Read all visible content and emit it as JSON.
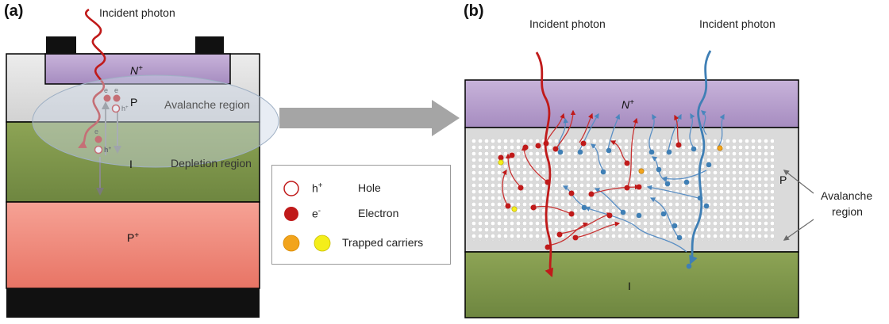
{
  "panel_a": {
    "letter": "(a)",
    "incident_label": "Incident photon",
    "n_layer": "N+",
    "p_label": "P",
    "i_label": "I",
    "p_plus_label": "P+",
    "avalanche_label": "Avalanche region",
    "depletion_label": "Depletion region",
    "carrier_e": "e",
    "carrier_h": "h+"
  },
  "panel_b": {
    "letter": "(b)",
    "incident_label_left": "Incident photon",
    "incident_label_right": "Incident photon",
    "n_layer": "N+",
    "p_label": "P",
    "i_label": "I",
    "avalanche_label_line1": "Avalanche",
    "avalanche_label_line2": "region"
  },
  "legend": {
    "hole": {
      "symbol": "h+",
      "text": "Hole"
    },
    "electron": {
      "symbol": "e-",
      "text": "Electron"
    },
    "trapped": {
      "text": "Trapped carriers"
    }
  },
  "colors": {
    "n_layer": "#b49cc9",
    "p_layer": "#dedede",
    "i_layer": "#7d9448",
    "p_plus_layer": "#ef877b",
    "electron": "#c01a1a",
    "hole_blue": "#3f7fb5",
    "trapped_orange": "#f2a41c",
    "trapped_yellow": "#f4ee1a"
  }
}
